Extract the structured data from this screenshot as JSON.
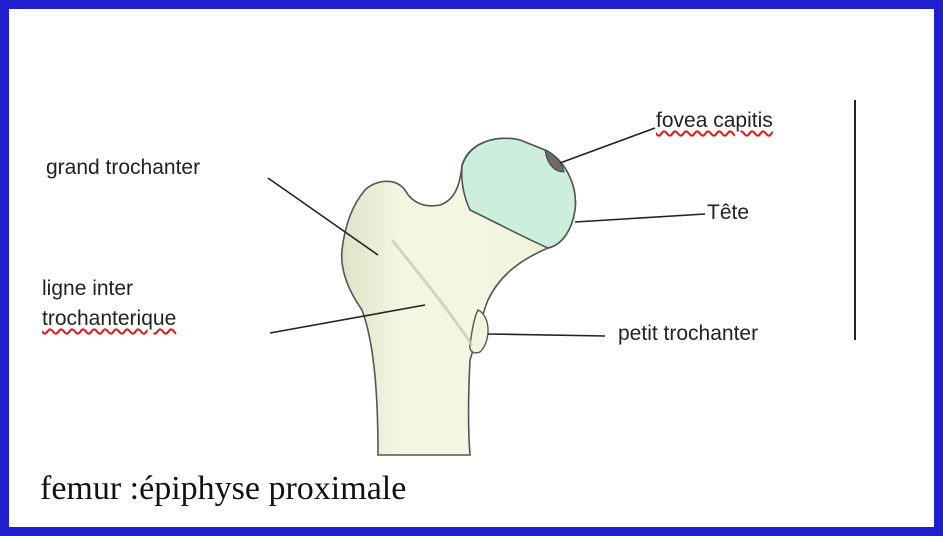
{
  "labels": {
    "grand_trochanter": "grand trochanter",
    "ligne_line1": "ligne inter",
    "ligne_line2": "trochanterique",
    "fovea": "fovea capitis",
    "tete": "Tête",
    "petit_trochanter": "petit trochanter"
  },
  "caption": "femur :épiphyse proximale",
  "colors": {
    "frame": "#1f1fd0",
    "bone": "#f3f6de",
    "head": "#cdeedd",
    "fovea": "#6b6b6b",
    "spellcheck": "#e01818"
  }
}
